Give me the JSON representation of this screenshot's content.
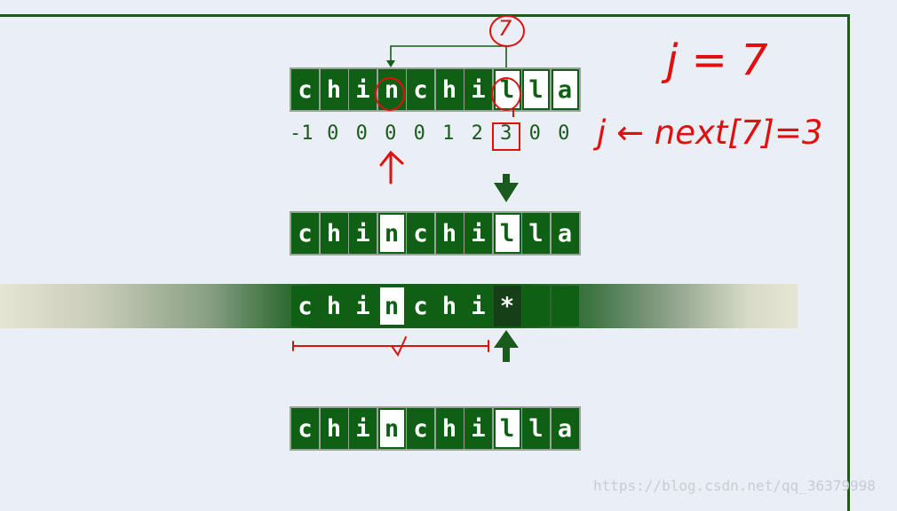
{
  "pattern": [
    "c",
    "h",
    "i",
    "n",
    "c",
    "h",
    "i",
    "l",
    "l",
    "a"
  ],
  "partial_text": [
    "c",
    "h",
    "i",
    "n",
    "c",
    "h",
    "i",
    "*",
    "",
    ""
  ],
  "next_array": [
    "-1",
    "0",
    "0",
    "0",
    "0",
    "1",
    "2",
    "3",
    "0",
    "0"
  ],
  "handwriting": {
    "circled_number": "7",
    "j_equals": "j = 7",
    "j_assign": "j ← next[7]=3"
  },
  "watermark": "https://blog.csdn.net/qq_36379998",
  "colors": {
    "cell_green": "#0f5f14",
    "annotation_red": "#e01010"
  }
}
